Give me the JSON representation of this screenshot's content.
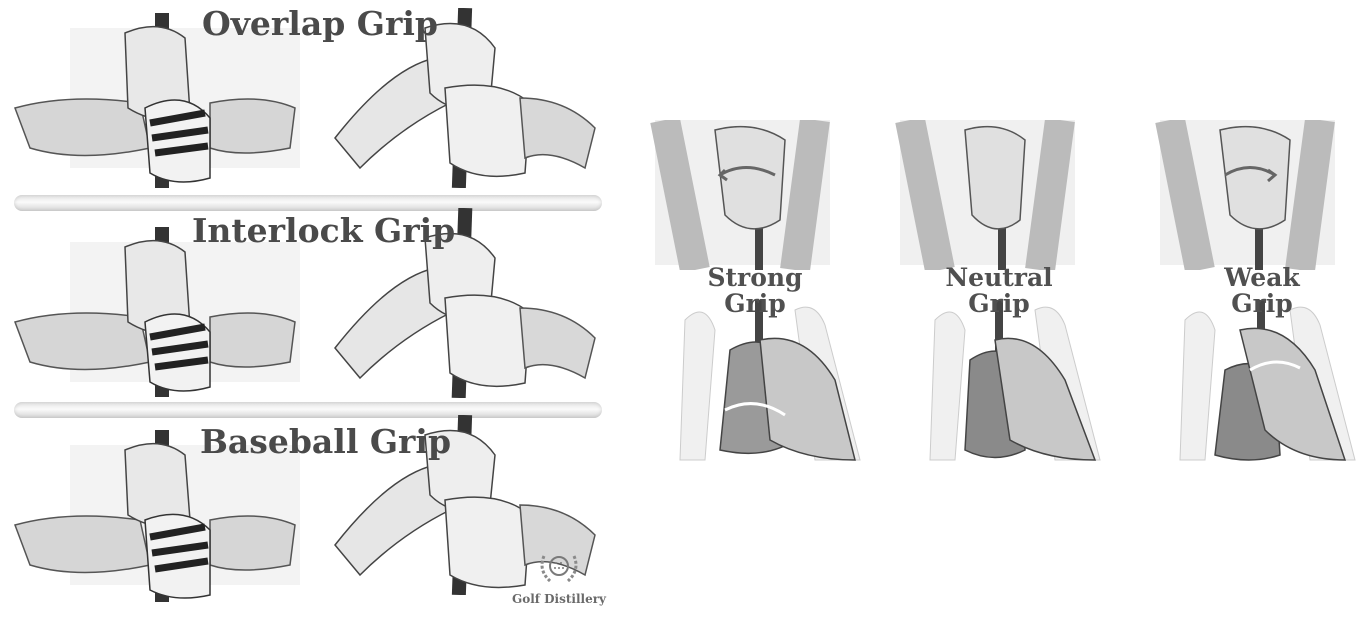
{
  "grip_types": [
    {
      "title": "Overlap Grip"
    },
    {
      "title": "Interlock Grip"
    },
    {
      "title": "Baseball Grip"
    }
  ],
  "grip_strength": [
    {
      "line1": "Strong",
      "line2": "Grip"
    },
    {
      "line1": "Neutral",
      "line2": "Grip"
    },
    {
      "line1": "Weak",
      "line2": "Grip"
    }
  ],
  "branding": {
    "name": "Golf Distillery"
  },
  "colors": {
    "title": "#4a4a4a",
    "illustration": "#9a9a9a"
  }
}
